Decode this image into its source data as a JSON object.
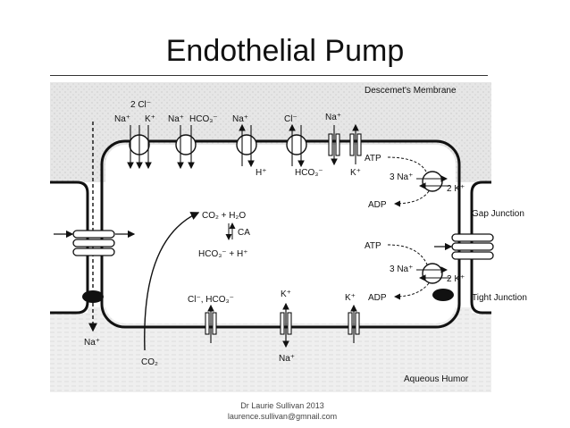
{
  "slide": {
    "title": "Endothelial Pump",
    "credit_line1": "Dr Laurie Sullivan 2013",
    "credit_line2": "laurence.sullivan@gmnail.com"
  },
  "diagram": {
    "region_top": "Descemet's Membrane",
    "region_bottom": "Aqueous Humor",
    "apical": {
      "nakcl_top": "2 Cl⁻",
      "nakcl_na": "Na⁺",
      "nakcl_k": "K⁺",
      "nahco3_na": "Na⁺",
      "nahco3_hco3": "HCO₃⁻",
      "nah_na": "Na⁺",
      "nah_h": "H⁺",
      "clhco3_cl": "Cl⁻",
      "clhco3_hco3": "HCO₃⁻",
      "nachannel_na": "Na⁺",
      "kchannel_k": "K⁺"
    },
    "pump": {
      "atp": "ATP",
      "adp": "ADP",
      "na3": "3 Na⁺",
      "k2": "2 K⁺"
    },
    "junctions": {
      "gap": "Gap Junction",
      "tight": "Tight Junction"
    },
    "reaction": {
      "line1": "CO₂ + H₂O",
      "enzyme": "CA",
      "line2": "HCO₃⁻ + H⁺"
    },
    "basal": {
      "clhco3": "Cl⁻, HCO₃⁻",
      "k_channel": "K⁺",
      "k_channel2": "K⁺",
      "na_in": "Na⁺",
      "co2": "CO₂",
      "na_paracellular": "Na⁺"
    }
  }
}
